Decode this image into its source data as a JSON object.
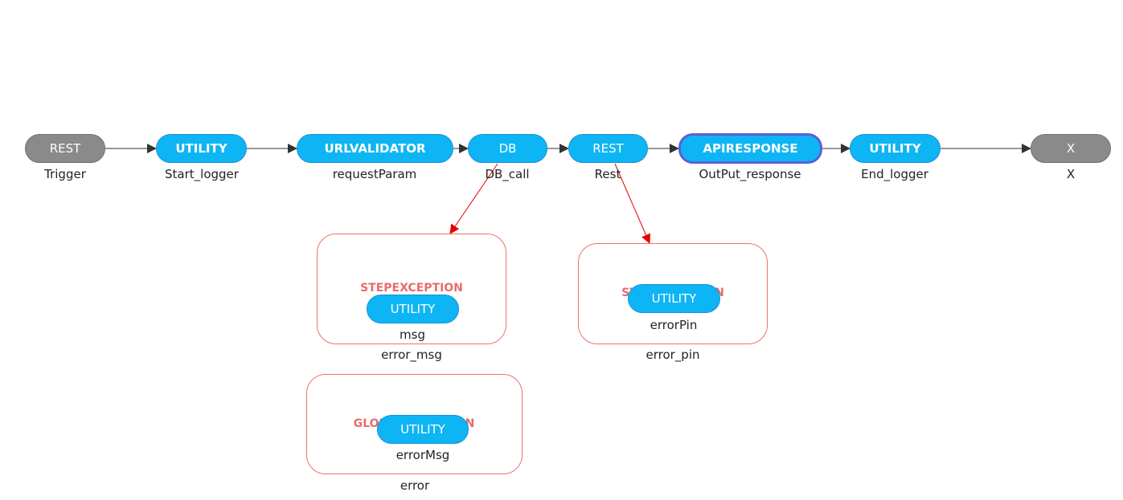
{
  "colors": {
    "node_blue": "#0eb5f4",
    "node_gray": "#8a8a8a",
    "selected_border": "#5a5fd6",
    "error_edge": "#e60000",
    "flow_edge": "#333333",
    "group_border": "#f07070",
    "group_label": "#e86b6b"
  },
  "flow": {
    "nodes": [
      {
        "id": "trigger",
        "type_label": "REST",
        "caption": "Trigger"
      },
      {
        "id": "start_logger",
        "type_label": "UTILITY",
        "caption": "Start_logger"
      },
      {
        "id": "request_param",
        "type_label": "URLVALIDATOR",
        "caption": "requestParam"
      },
      {
        "id": "db_call",
        "type_label": "DB",
        "caption": "DB_call"
      },
      {
        "id": "rest",
        "type_label": "REST",
        "caption": "Rest"
      },
      {
        "id": "output_response",
        "type_label": "APIRESPONSE",
        "caption": "OutPut_response"
      },
      {
        "id": "end_logger",
        "type_label": "UTILITY",
        "caption": "End_logger"
      },
      {
        "id": "end",
        "type_label": "X",
        "caption": "X"
      }
    ]
  },
  "exception_groups": [
    {
      "id": "error_msg",
      "group_type": "STEPEXCEPTION",
      "group_name": "error_msg",
      "node_type": "UTILITY",
      "node_caption": "msg"
    },
    {
      "id": "error_pin",
      "group_type": "STEPEXCEPTION",
      "group_name": "error_pin",
      "node_type": "UTILITY",
      "node_caption": "errorPin"
    },
    {
      "id": "error",
      "group_type": "GLOBALEXCEPTION",
      "group_name": "error",
      "node_type": "UTILITY",
      "node_caption": "errorMsg"
    }
  ]
}
